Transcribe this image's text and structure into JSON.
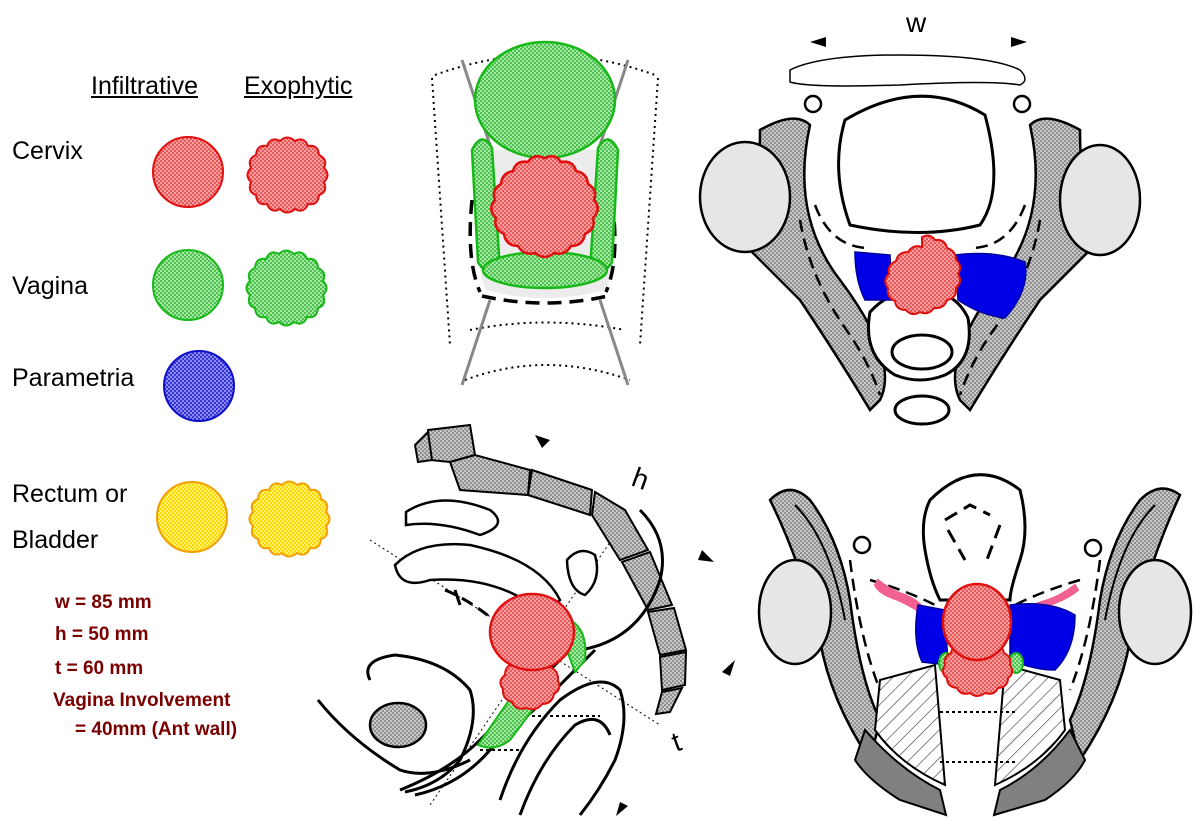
{
  "legend": {
    "header_infiltrative": "Infiltrative",
    "header_exophytic": "Exophytic",
    "rows": [
      {
        "label": "Cervix",
        "infiltrative_color": "#f07070",
        "exophytic_color": "#f07070",
        "edge": "#e01010"
      },
      {
        "label": "Vagina",
        "infiltrative_color": "#6cd06c",
        "exophytic_color": "#6cd06c",
        "edge": "#18b818"
      },
      {
        "label": "Parametria",
        "infiltrative_color": "#5b5be0",
        "edge": "#1010c8"
      },
      {
        "label_line1": "Rectum or",
        "label_line2": "Bladder",
        "infiltrative_color": "#ffe100",
        "exophytic_color": "#ffe100",
        "edge": "#f0a000"
      }
    ]
  },
  "measurements": {
    "w": "w = 85 mm",
    "h": "h = 50 mm",
    "t": "t  =  60 mm",
    "vagina_line1": "Vagina Involvement",
    "vagina_line2": "= 40mm (Ant wall)"
  },
  "dimension_labels": {
    "w": "w",
    "h": "h",
    "t": "t"
  },
  "colors": {
    "cervix": "#f07070",
    "vagina": "#6cd06c",
    "parametria": "#0000e6",
    "rectum_bladder": "#ffe100",
    "pink_vessel": "#f06090",
    "bone_gray": "#a8a8a8",
    "dark_gray": "#808080"
  }
}
